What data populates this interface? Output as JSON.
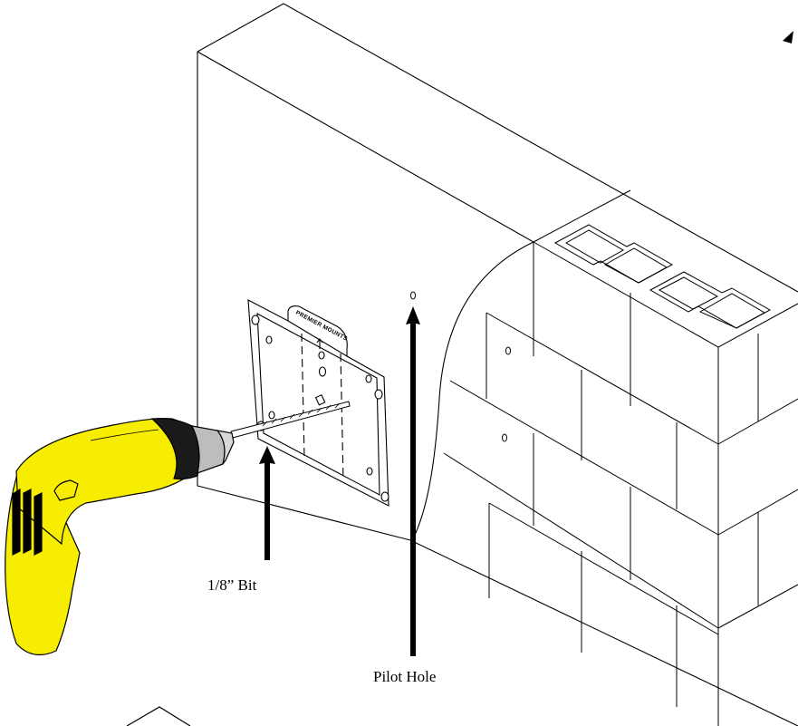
{
  "labels": {
    "bit": "1/8” Bit",
    "pilot_hole": "Pilot Hole"
  },
  "plate": {
    "brand_text": "PREMIER MOUNTS"
  },
  "colors": {
    "line": "#000000",
    "drill_body": "#f7ed00",
    "drill_dark": "#1a1a1a",
    "chuck": "#bdbdbd",
    "background": "#ffffff"
  },
  "icons": {
    "drill": "power-drill-icon",
    "bit_arrow": "arrow-up-icon",
    "pilot_arrow": "arrow-up-icon",
    "plate": "wall-plate-icon"
  }
}
